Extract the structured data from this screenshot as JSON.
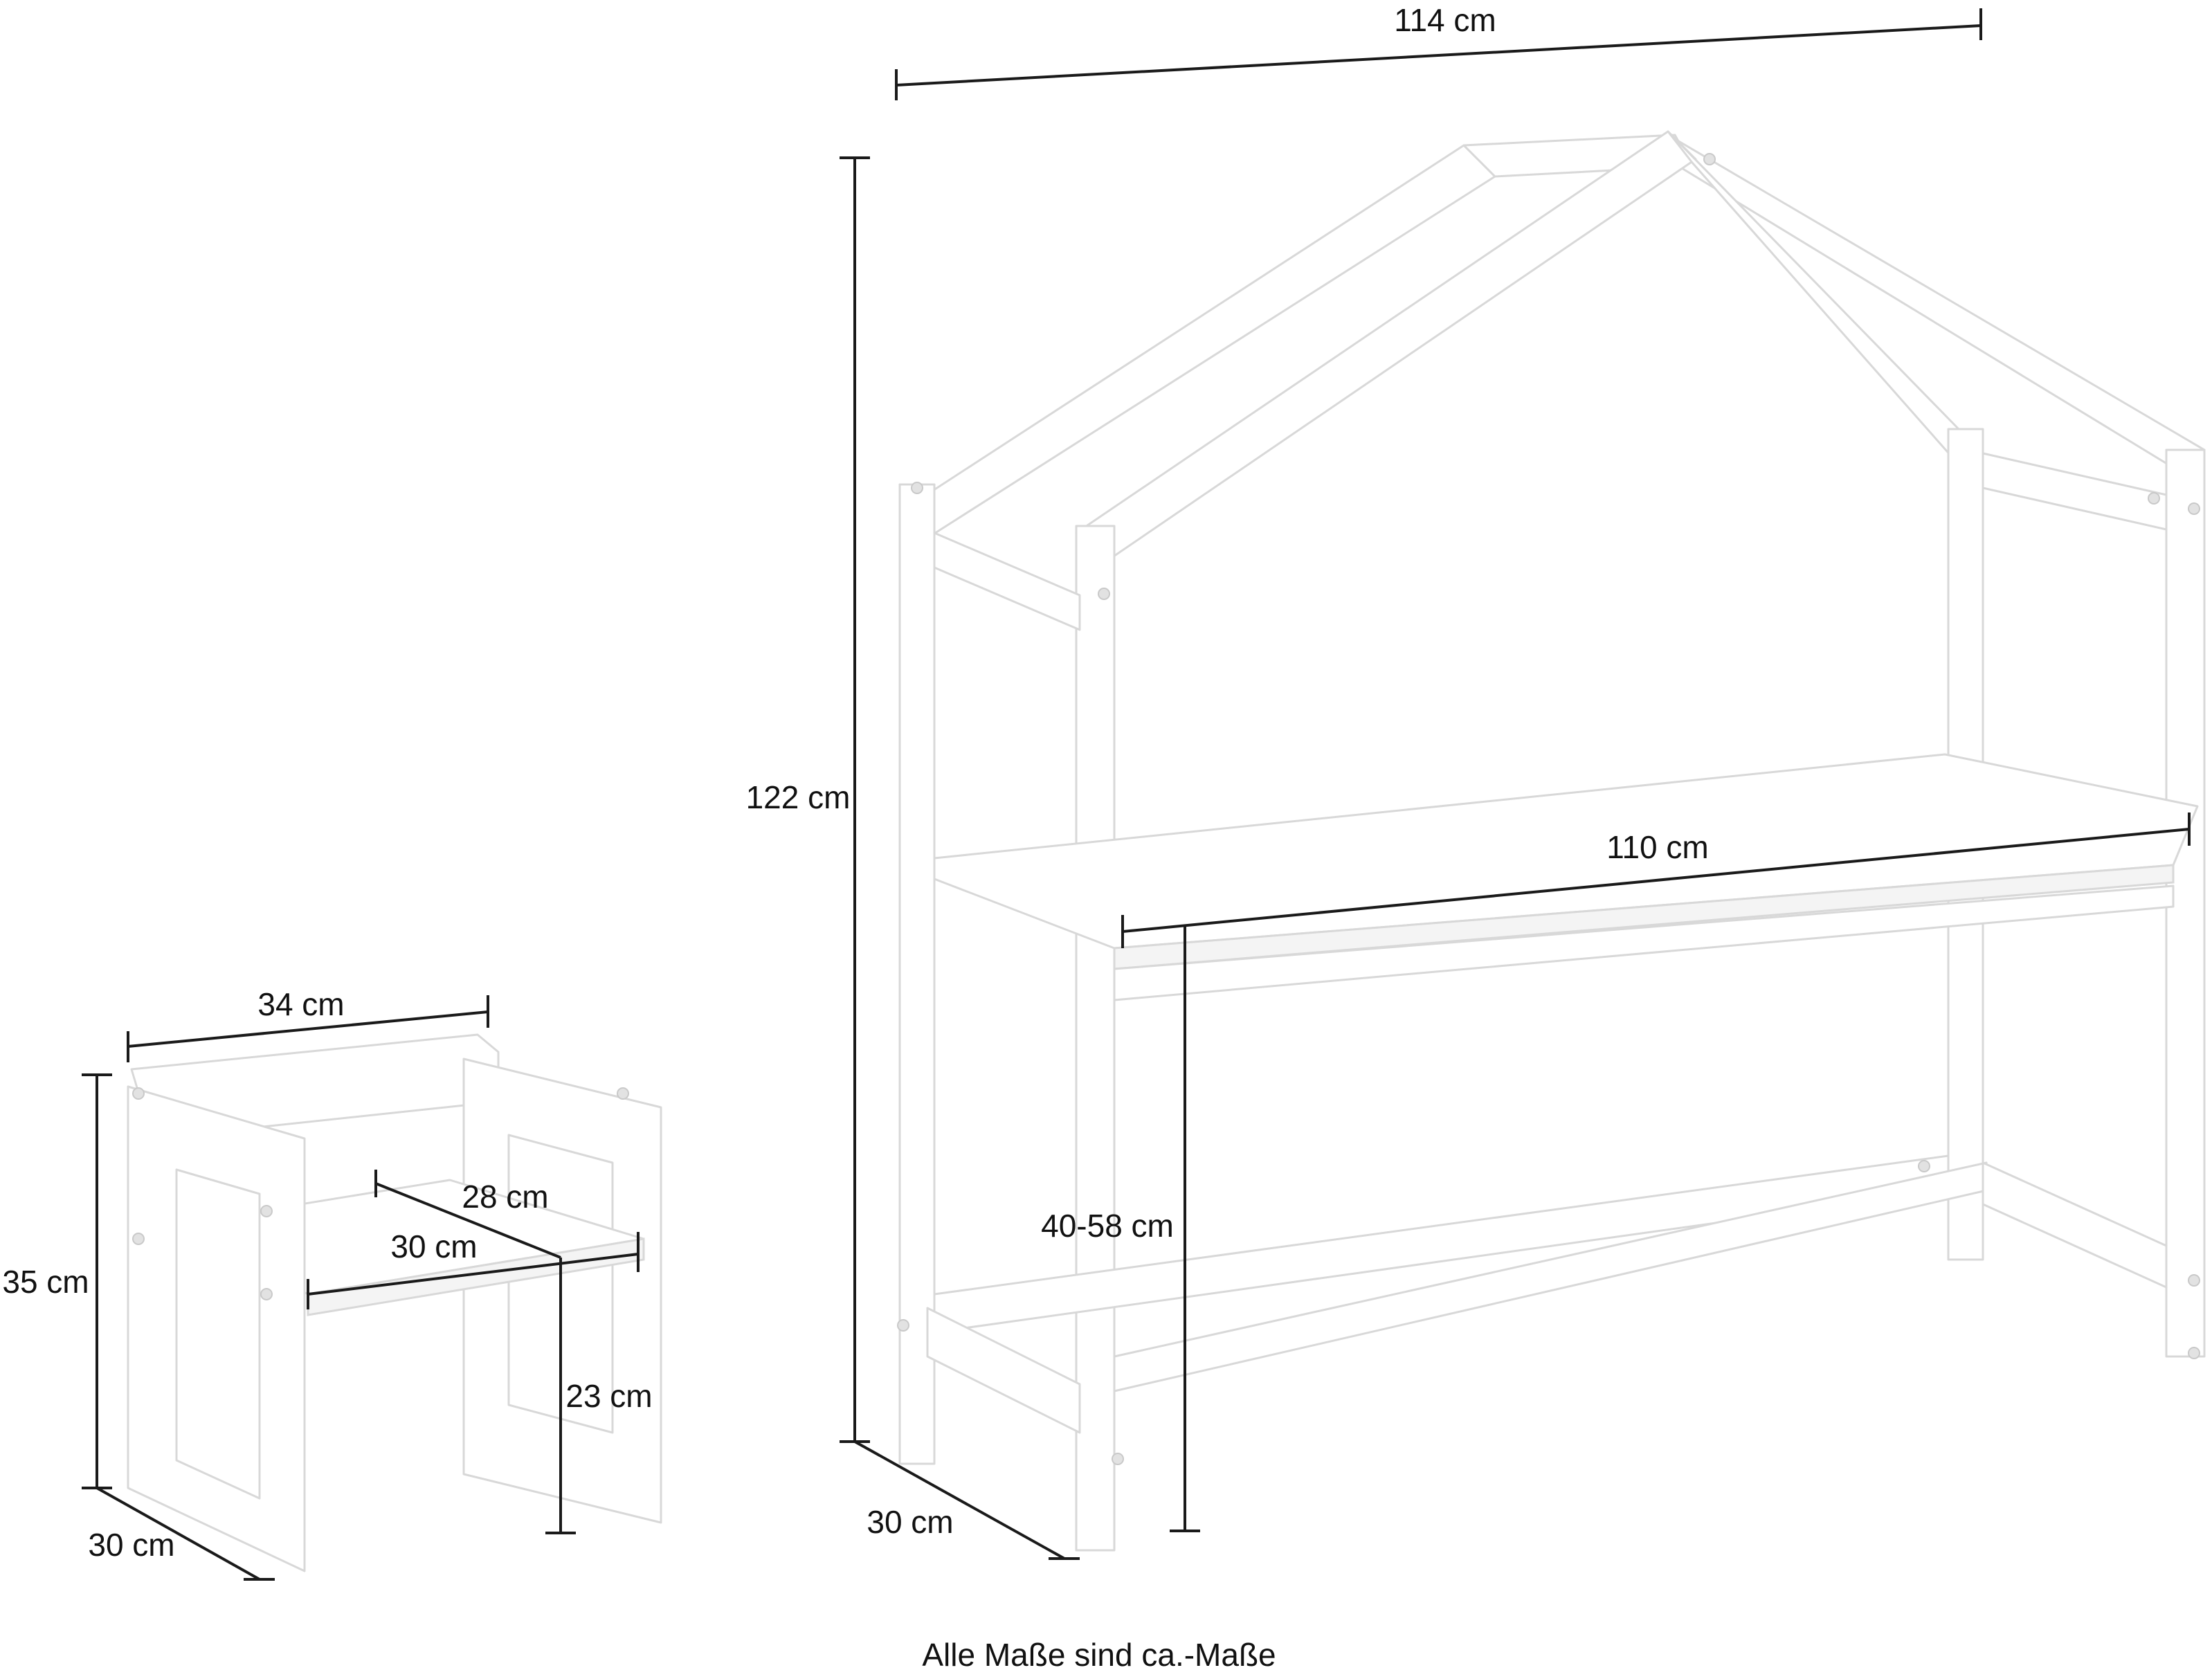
{
  "desk": {
    "width_label": "114 cm",
    "height_label": "122 cm",
    "tabletop_label": "110 cm",
    "table_height_label": "40-58 cm",
    "depth_label": "30 cm"
  },
  "chair": {
    "width_label": "34 cm",
    "height_label": "35 cm",
    "seat_depth_label": "28 cm",
    "seat_width_label": "30 cm",
    "seat_height_label": "23 cm",
    "depth_label": "30 cm"
  },
  "footer": {
    "note": "Alle Maße sind ca.-Maße"
  },
  "colors": {
    "line": "#1a1a1a",
    "furniture_outline": "#d8d8d8",
    "background": "#ffffff"
  }
}
